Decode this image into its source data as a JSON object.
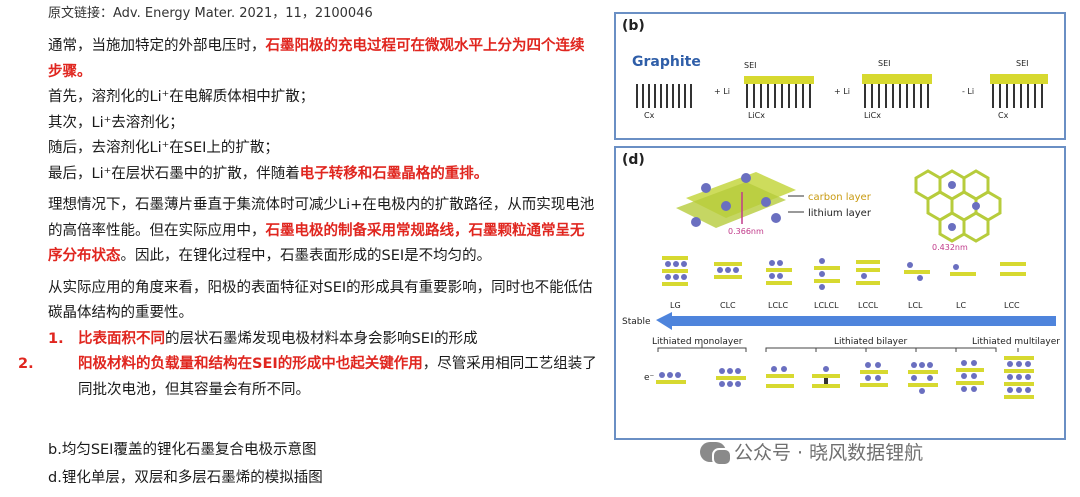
{
  "source": "原文链接：Adv. Energy Mater. 2021，11，2100046",
  "body": {
    "p1_normal": "通常，当施加特定的外部电压时，",
    "p1_red": "石墨阳极的充电过程可在微观水平上分为四个连续步骤。",
    "step1": "首先，溶剂化的Li⁺在电解质体相中扩散；",
    "step2": "其次，Li⁺去溶剂化；",
    "step3": "随后，去溶剂化Li⁺在SEI上的扩散；",
    "step4_normal": "最后，Li⁺在层状石墨中的扩散，伴随着",
    "step4_red": "电子转移和石墨晶格的重排。",
    "p2_a": "理想情况下，石墨薄片垂直于集流体时可减少Li+在电极内的扩散路径，从而实现电池的高倍率性能。但在实际应用中，",
    "p2_red": "石墨电极的制备采用常规路线，石墨颗粒通常呈无序分布状态",
    "p2_b": "。因此，在锂化过程中，石墨表面形成的SEI是不均匀的。",
    "p3": "从实际应用的角度来看，阳极的表面特征对SEI的形成具有重要影响，同时也不能低估碳晶体结构的重要性。",
    "item1_num": "1.",
    "item1_red": "比表面积不同",
    "item1_rest": "的层状石墨烯发现电极材料本身会影响SEI的形成",
    "item2_num": "2.",
    "item2_red": "阳极材料的负载量和结构在SEI的形成中也起关键作用",
    "item2_rest": "，尽管采用相同工艺组装了同批次电池，但其容量会有所不同。"
  },
  "captions": {
    "b": "b.均匀SEI覆盖的锂化石墨复合电极示意图",
    "d": "d.锂化单层，双层和多层石墨烯的模拟插图"
  },
  "panel_b": {
    "label": "(b)",
    "title": "Graphite",
    "sei": "SEI",
    "cx": "Cx",
    "licx": "LiCx",
    "plus_li": "+ Li",
    "minus_li": "- Li"
  },
  "panel_d": {
    "label": "(d)",
    "carbon_layer": "carbon layer",
    "lithium_layer": "lithium layer",
    "dist1": "0.366nm",
    "dist2": "0.432nm",
    "stacks": [
      "LG",
      "CLC",
      "LCLC",
      "LCLCL",
      "LCCL",
      "LCL",
      "LC",
      "LCC"
    ],
    "stable": "Stable",
    "monolayer": "Lithiated monolayer",
    "bilayer": "Lithiated bilayer",
    "multilayer": "Lithiated multilayer",
    "e_label": "e⁻"
  },
  "watermark": "公众号 · 晓风数据锂航",
  "colors": {
    "accent_red": "#e0261f",
    "panel_border": "#6a8fc4",
    "graphene_yellow": "#d7d930",
    "lithium_purple": "#6a6fc0",
    "arrow_blue": "#2f6fd6"
  }
}
